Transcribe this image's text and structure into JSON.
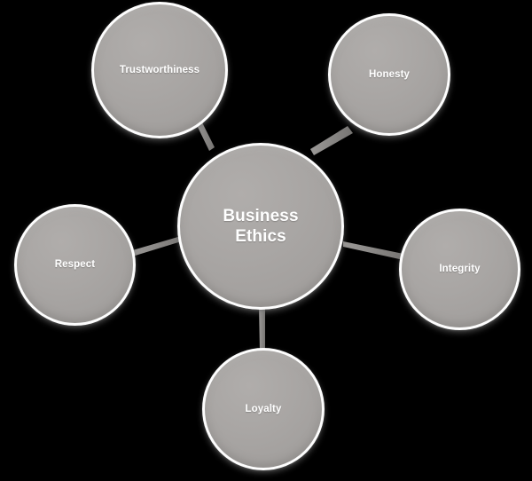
{
  "diagram": {
    "title": "Business Ethics",
    "background_color": "#000000",
    "node_fill_color": "#a8a5a3",
    "node_border_color": "#fdfdfd",
    "label_color": "#ffffff",
    "connector_color": "#8f8d8b",
    "center": {
      "id": "business-ethics",
      "label_line1": "Business",
      "label_line2": "Ethics",
      "full_label": "Business Ethics"
    },
    "satellites": [
      {
        "id": "trustworthiness",
        "label": "Trustworthiness"
      },
      {
        "id": "honesty",
        "label": "Honesty"
      },
      {
        "id": "integrity",
        "label": "Integrity"
      },
      {
        "id": "loyalty",
        "label": "Loyalty"
      },
      {
        "id": "respect",
        "label": "Respect"
      }
    ],
    "connectors": [
      {
        "from": "business-ethics",
        "to": "trustworthiness"
      },
      {
        "from": "business-ethics",
        "to": "honesty"
      },
      {
        "from": "business-ethics",
        "to": "integrity"
      },
      {
        "from": "business-ethics",
        "to": "loyalty"
      },
      {
        "from": "business-ethics",
        "to": "respect"
      }
    ]
  }
}
